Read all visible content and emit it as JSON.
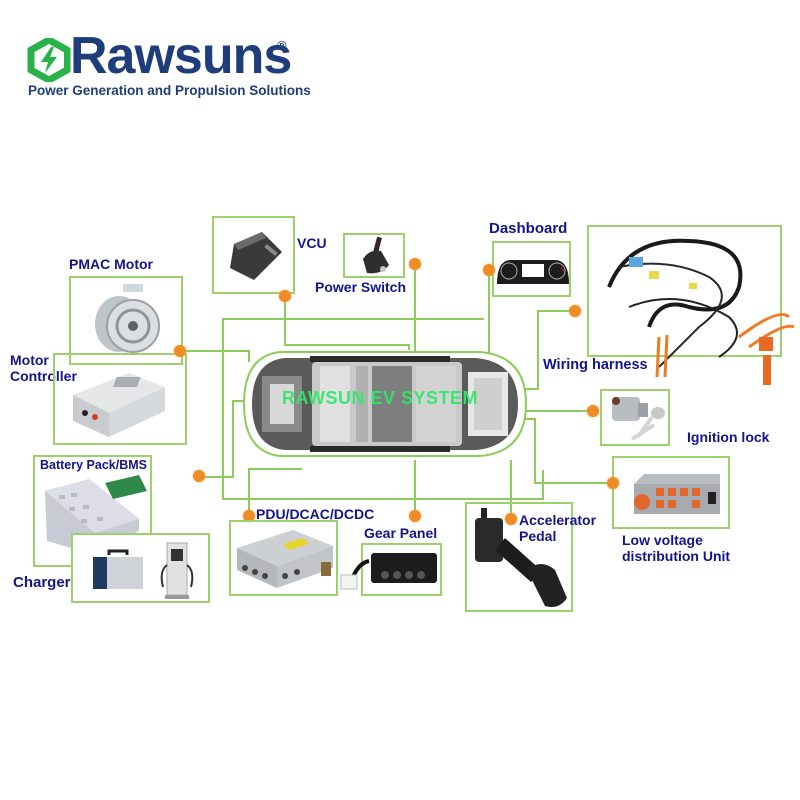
{
  "brand": {
    "name": "Rawsuns",
    "registered_mark": "®",
    "tagline": "Power Generation and Propulsion Solutions",
    "colors": {
      "primary": "#1e3d7a",
      "accent_green": "#27b34a"
    }
  },
  "diagram": {
    "center_label": "RAWSUN EV SYSTEM",
    "colors": {
      "connector_line": "#8ccc5a",
      "node_dot": "#f08c26",
      "label_text": "#14148a",
      "center_label": "#2ee86a"
    },
    "components": [
      {
        "id": "vcu",
        "label": "VCU",
        "icon": "ecu-module-icon"
      },
      {
        "id": "power_switch",
        "label": "Power Switch",
        "icon": "joystick-switch-icon"
      },
      {
        "id": "dashboard",
        "label": "Dashboard",
        "icon": "instrument-cluster-icon"
      },
      {
        "id": "wiring_harness",
        "label": "Wiring harness",
        "icon": "wiring-harness-icon"
      },
      {
        "id": "pmac_motor",
        "label": "PMAC Motor",
        "icon": "electric-motor-icon"
      },
      {
        "id": "motor_controller",
        "label_line1": "Motor",
        "label_line2": "Controller",
        "icon": "controller-box-icon"
      },
      {
        "id": "battery_pack",
        "label": "Battery Pack/BMS",
        "icon": "battery-pack-icon"
      },
      {
        "id": "charger",
        "label": "Charger",
        "icon": "charger-icon"
      },
      {
        "id": "pdu",
        "label": "PDU/DCAC/DCDC",
        "icon": "power-distribution-unit-icon"
      },
      {
        "id": "gear_panel",
        "label": "Gear Panel",
        "icon": "gear-selector-icon"
      },
      {
        "id": "accelerator_pedal",
        "label_line1": "Accelerator",
        "label_line2": "Pedal",
        "icon": "pedal-icon"
      },
      {
        "id": "ignition_lock",
        "label": "Ignition lock",
        "icon": "key-lock-icon"
      },
      {
        "id": "low_voltage_unit",
        "label_line1": "Low voltage",
        "label_line2": "distribution Unit",
        "icon": "distribution-box-icon"
      }
    ]
  }
}
